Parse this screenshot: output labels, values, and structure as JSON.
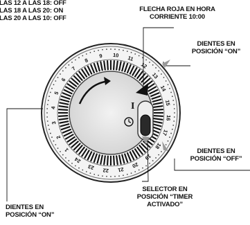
{
  "schedule": [
    "LAS 12 A LAS 18: OFF",
    "LAS 18 A LAS 20: ON",
    "LAS 20 A LAS 10: OFF"
  ],
  "callouts": {
    "red_arrow": [
      "FLECHA ROJA EN HORA",
      "CORRIENTE 10:00"
    ],
    "teeth_on_top": [
      "DIENTES EN",
      "POSICIÓN “ON”"
    ],
    "teeth_off": [
      "DIENTES EN",
      "POSICIÓN “OFF”"
    ],
    "selector": [
      "SELECTOR EN",
      "POSICIÓN “TIMER",
      "ACTIVADO”"
    ],
    "teeth_on_bottom": [
      "DIENTES EN",
      "POSICIÓN “ON”"
    ]
  },
  "dial": {
    "hour_numbers": [
      "1",
      "2",
      "3",
      "4",
      "5",
      "6",
      "7",
      "8",
      "9",
      "10",
      "11",
      "12",
      "13",
      "14",
      "15",
      "16",
      "17",
      "18",
      "19",
      "20",
      "21",
      "22",
      "23",
      "24"
    ],
    "switch_symbols": {
      "on": "I",
      "timer": "clock"
    }
  }
}
